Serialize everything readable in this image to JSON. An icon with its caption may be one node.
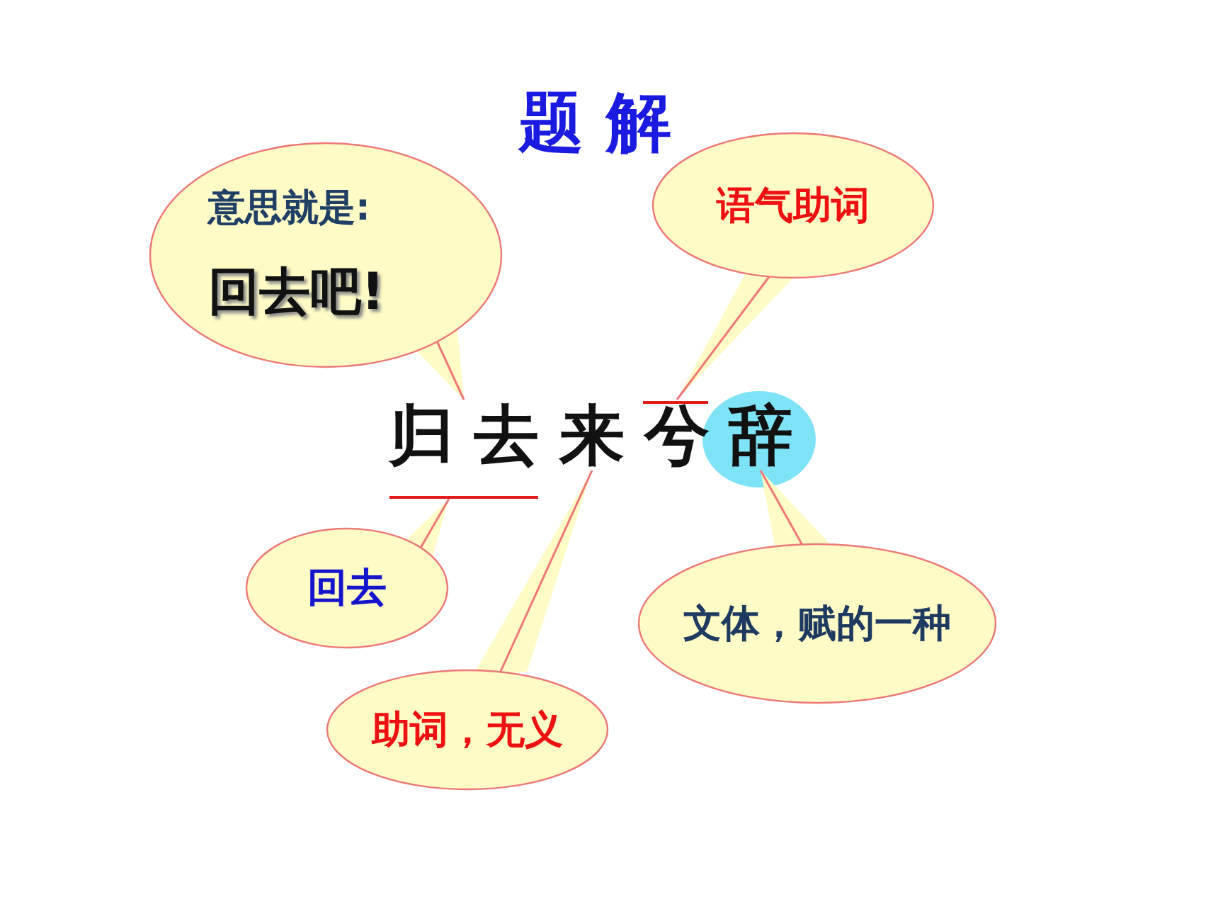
{
  "diagram": {
    "title": "题 解",
    "nodes": [
      {
        "text": [
          "意思就是:",
          "回去吧!"
        ]
      },
      {
        "text": [
          "语气助词"
        ]
      },
      {
        "text": [
          "归去"
        ]
      },
      {
        "text": [
          "来"
        ]
      },
      {
        "text": [
          "兮"
        ]
      },
      {
        "text": [
          "辞"
        ]
      },
      {
        "text": [
          "回去"
        ]
      },
      {
        "text": [
          "文体，赋的一种"
        ]
      },
      {
        "text": [
          "助词，无义"
        ]
      }
    ],
    "edges": [
      {
        "from": 0,
        "to": 2,
        "arrow": "none"
      },
      {
        "from": 1,
        "to": 4,
        "arrow": "none"
      },
      {
        "from": 6,
        "to": 2,
        "arrow": "none"
      },
      {
        "from": 8,
        "to": 3,
        "arrow": "none"
      },
      {
        "from": 7,
        "to": 5,
        "arrow": "none"
      }
    ]
  }
}
